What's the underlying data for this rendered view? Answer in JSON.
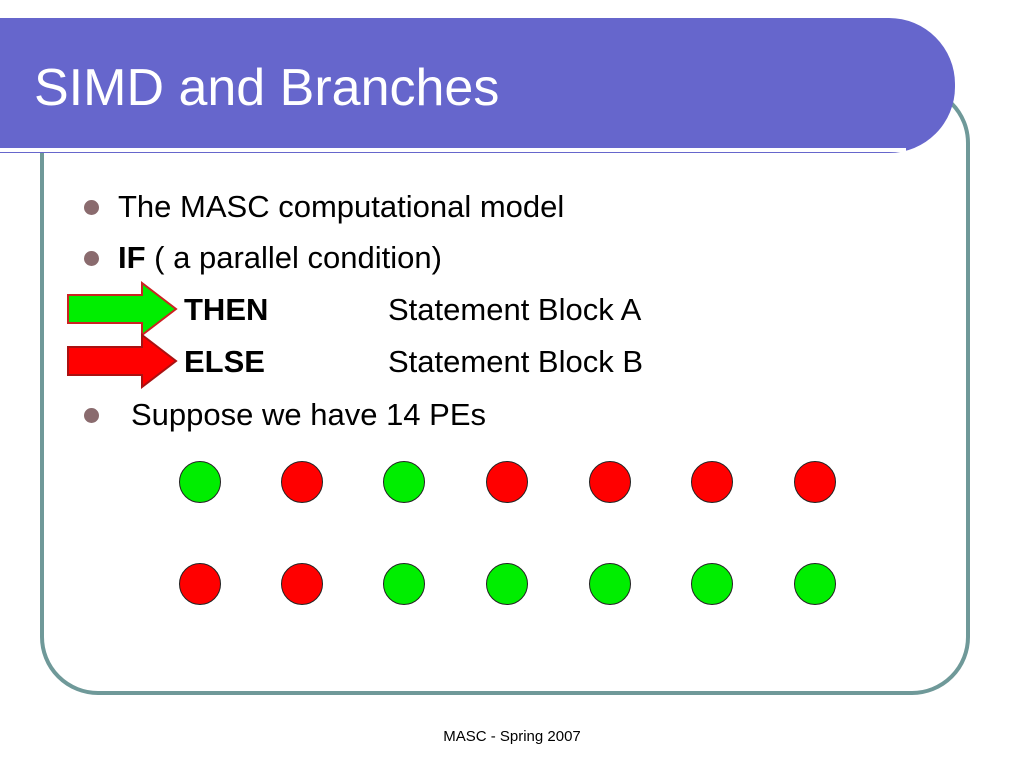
{
  "slide": {
    "title": "SIMD and Branches",
    "footer": "MASC - Spring 2007"
  },
  "bullets": {
    "b1": "The MASC computational model",
    "b2_kw": "IF",
    "b2_text": " ( a parallel condition)",
    "then_kw": "THEN",
    "then_text": "Statement Block A",
    "else_kw": "ELSE",
    "else_text": "Statement Block B",
    "b3": "Suppose we have 14 PEs"
  },
  "arrows": {
    "then_icon": "green-arrow-icon",
    "else_icon": "red-arrow-icon"
  },
  "colors": {
    "title_bar": "#6666cc",
    "frame": "#6f9999",
    "bullet": "#8a6b6e",
    "pe_true": "#00ee00",
    "pe_false": "#ff0000"
  },
  "pes": {
    "row1": [
      "green",
      "red",
      "green",
      "red",
      "red",
      "red",
      "red"
    ],
    "row2": [
      "red",
      "red",
      "green",
      "green",
      "green",
      "green",
      "green"
    ]
  }
}
